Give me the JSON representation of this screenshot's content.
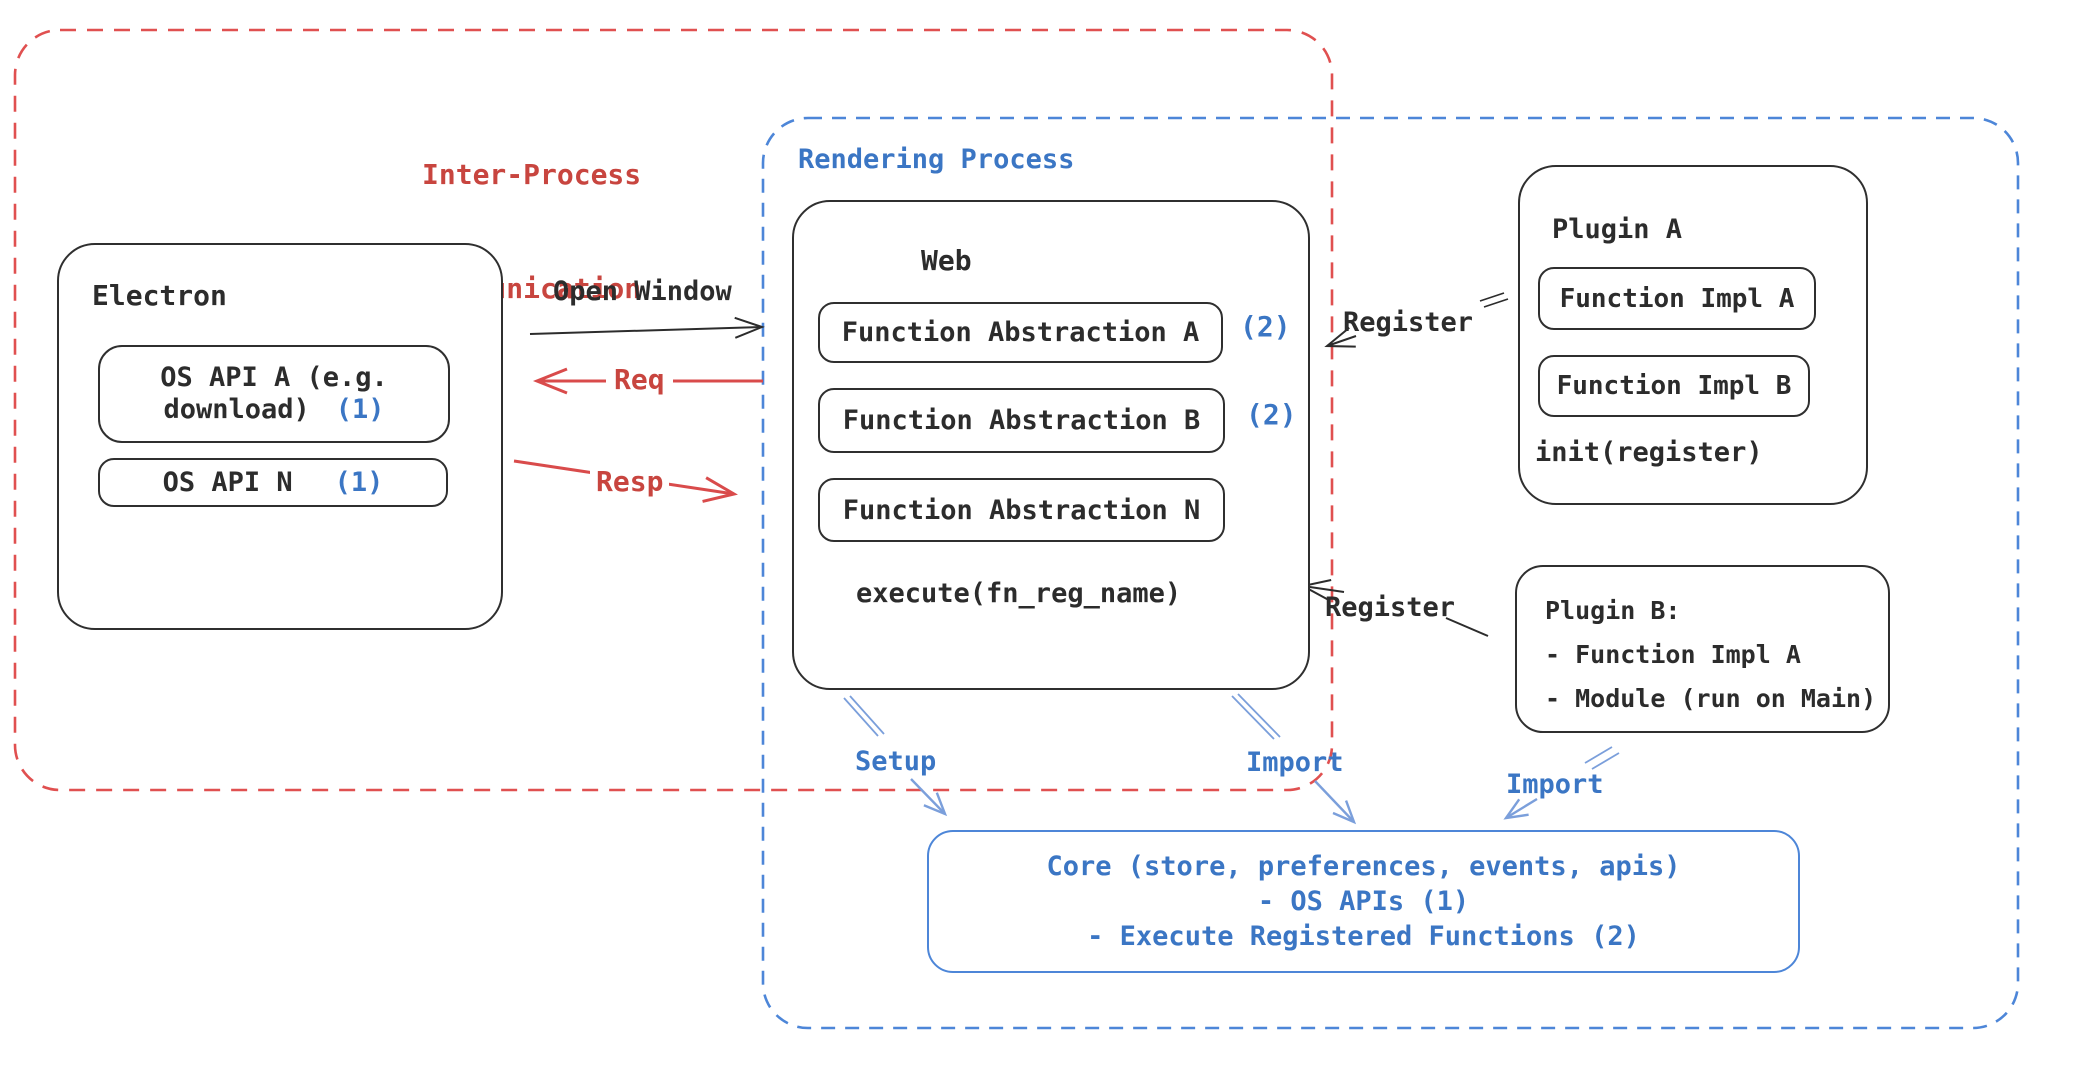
{
  "colors": {
    "ink": "#2c2c2c",
    "red_label": "#c8453f",
    "red_line": "#d94b4b",
    "red_dash": "#e05050",
    "blue": "#3b76c4",
    "blue_dash": "#4d86d8",
    "blue_arrow": "#7b9fdb"
  },
  "regions": {
    "ipc": {
      "label_line1": "Inter-Process",
      "label_line2": "Communication"
    },
    "rendering": {
      "label": "Rendering Process"
    }
  },
  "electron": {
    "title": "Electron",
    "os_api_a_line1": "OS API A (e.g.",
    "os_api_a_line2": "download)",
    "os_api_a_badge": "(1)",
    "os_api_n": "OS API N",
    "os_api_n_badge": "(1)"
  },
  "web": {
    "title": "Web",
    "fn_a": "Function Abstraction A",
    "fn_a_badge": "(2)",
    "fn_b": "Function Abstraction B",
    "fn_b_badge": "(2)",
    "fn_n": "Function Abstraction N",
    "execute": "execute(fn_reg_name)"
  },
  "plugin_a": {
    "title": "Plugin A",
    "impl_a": "Function Impl A",
    "impl_b": "Function Impl B",
    "init": "init(register)"
  },
  "plugin_b": {
    "title": "Plugin B:",
    "item1": "- Function Impl A",
    "item2": "- Module (run on Main)"
  },
  "core": {
    "line1": "Core (store, preferences, events, apis)",
    "line2": "- OS APIs (1)",
    "line3": "- Execute Registered Functions (2)"
  },
  "arrows": {
    "open_window": "Open Window",
    "req": "Req",
    "resp": "Resp",
    "register_a": "Register",
    "register_b": "Register",
    "setup": "Setup",
    "import_web": "Import",
    "import_plugin": "Import"
  }
}
